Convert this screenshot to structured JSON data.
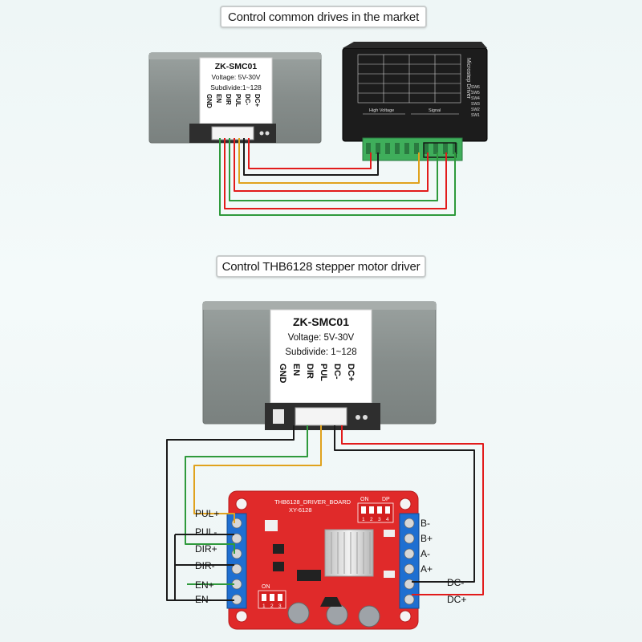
{
  "sections": [
    {
      "title": "Control common drives in the market"
    },
    {
      "title": "Control THB6128 stepper motor driver"
    }
  ],
  "controller": {
    "model": "ZK-SMC01",
    "voltage": "Voltage: 5V-30V",
    "subdivide": "Subdivide:1~128",
    "subdivide_large": "Subdivide: 1~128",
    "voltage_large": "Voltage: 5V-30V",
    "pins": [
      "GND",
      "EN",
      "DIR",
      "PUL",
      "DC-",
      "DC+"
    ]
  },
  "microstep_driver": {
    "title": "Microstep Driver",
    "signal_label": "Signal",
    "high_voltage_label": "High Voltage",
    "switch_labels": [
      "SW6",
      "SW5",
      "SW4",
      "SW3",
      "SW2",
      "SW1"
    ]
  },
  "thb_board": {
    "name": "THB6128_DRIVER_BOARD",
    "model": "XY-6128",
    "dip_on": "ON",
    "dip_dp": "DP",
    "dip_numbers": [
      "1",
      "2",
      "3",
      "4"
    ],
    "dip2_on": "ON",
    "dip2_numbers": [
      "1",
      "2",
      "3"
    ],
    "left_labels": [
      "PUL+",
      "PUL-",
      "DIR+",
      "DIR-",
      "EN+",
      "EN-"
    ],
    "right_labels": [
      "B-",
      "B+",
      "A-",
      "A+",
      "DC-",
      "DC+"
    ]
  },
  "colors": {
    "wire_red": "#e21b1b",
    "wire_black": "#1b1b1b",
    "wire_green": "#2f9a3c",
    "wire_yellow": "#e0a21e",
    "board_red": "#e02a2a",
    "terminal_blue": "#1f6fd1",
    "terminal_green": "#3fae5b",
    "case_gray": "#8f9694"
  }
}
